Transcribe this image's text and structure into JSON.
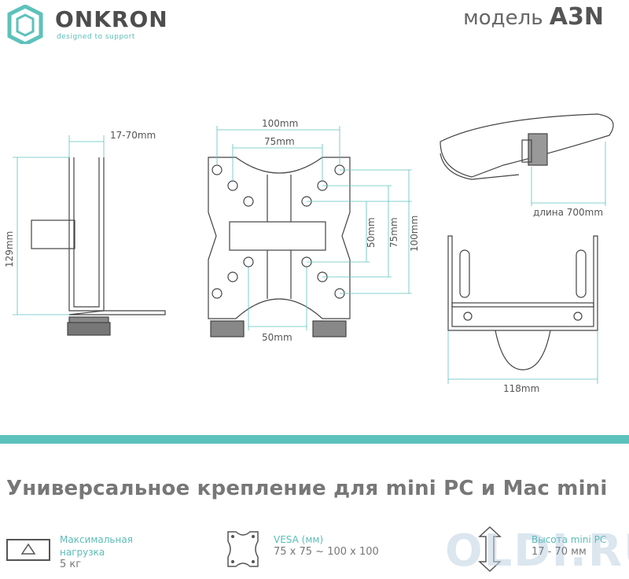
{
  "header": {
    "brand": "ONKRON",
    "tagline": "designed to support",
    "model_prefix": "модель",
    "model_name": "A3N"
  },
  "dimensions": {
    "side_gap": "17-70mm",
    "side_height": "129mm",
    "front_width_outer": "100mm",
    "front_width_inner": "75mm",
    "front_height_50": "50mm",
    "front_height_75": "75mm",
    "front_height_100": "100mm",
    "front_bottom_50": "50mm",
    "strap_length": "длина 700mm",
    "bracket_width": "118mm"
  },
  "title": "Универсальное крепление для mini PC и Mac mini",
  "specs": [
    {
      "label_line1": "Максимальная",
      "label_line2": "нагрузка",
      "value": "5 кг",
      "icon": "scale-icon"
    },
    {
      "label_line1": "VESA (мм)",
      "label_line2": "",
      "value": "75 x 75 ~ 100 x 100",
      "icon": "vesa-plate-icon"
    },
    {
      "label_line1": "Высота mini PC",
      "label_line2": "",
      "value": "17 - 70 мм",
      "icon": "height-arrow-icon"
    }
  ],
  "watermark": "OLDI.RU",
  "colors": {
    "accent": "#5cc2bb",
    "text": "#555555"
  }
}
